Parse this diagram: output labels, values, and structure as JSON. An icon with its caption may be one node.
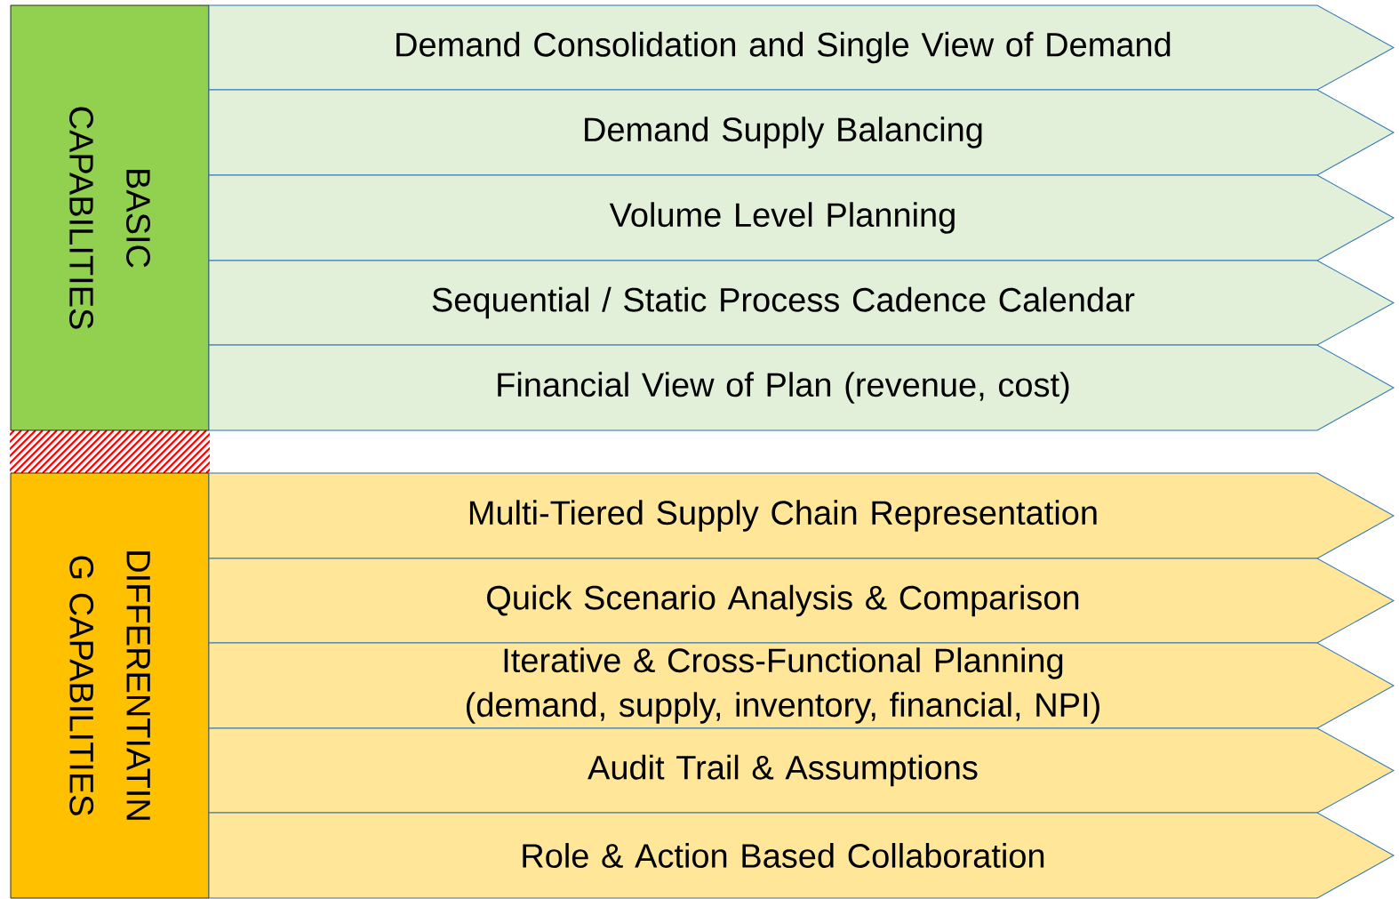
{
  "diagram": {
    "nodes": [
      {
        "text": [
          "BASIC CAPABILITIES"
        ]
      },
      {
        "text": [
          "Demand Consolidation and Single View of Demand"
        ]
      },
      {
        "text": [
          "Demand Supply Balancing"
        ]
      },
      {
        "text": [
          "Volume Level Planning"
        ]
      },
      {
        "text": [
          "Sequential / Static Process Cadence Calendar"
        ]
      },
      {
        "text": [
          "Financial View of Plan (revenue, cost)"
        ]
      },
      {
        "text": [
          "DIFFERENTIATIN G CAPABILITIES"
        ]
      },
      {
        "text": [
          "Multi-Tiered Supply Chain Representation"
        ]
      },
      {
        "text": [
          "Quick Scenario Analysis & Comparison"
        ]
      },
      {
        "text": [
          "Iterative & Cross-Functional Planning (demand, supply, inventory, financial, NPI)"
        ]
      },
      {
        "text": [
          "Audit Trail & Assumptions"
        ]
      },
      {
        "text": [
          "Role & Action Based Collaboration"
        ]
      }
    ]
  }
}
